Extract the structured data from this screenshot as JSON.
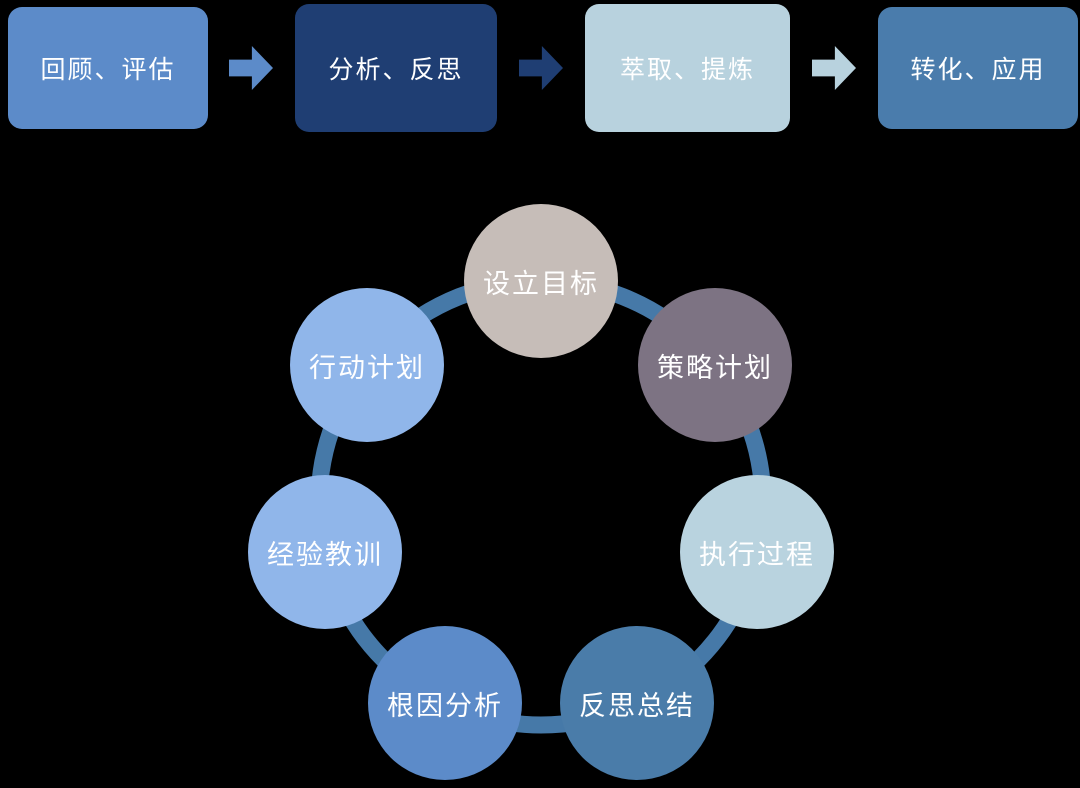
{
  "canvas": {
    "background": "#000000"
  },
  "flow": {
    "text_color": "#FFFFFF",
    "steps": [
      {
        "label": "回顾、评估",
        "color": "#5C8BC9"
      },
      {
        "label": "分析、反思",
        "color": "#1F3E73"
      },
      {
        "label": "萃取、提炼",
        "color": "#B8D2DE"
      },
      {
        "label": "转化、应用",
        "color": "#4A7CAC"
      }
    ],
    "arrows": [
      {
        "color": "#5C8BC9"
      },
      {
        "color": "#1F3E73"
      },
      {
        "color": "#B8D2DE"
      }
    ]
  },
  "cycle": {
    "ring_color": "#4679A8",
    "text_color": "#FFFFFF",
    "nodes": [
      {
        "label": "设立目标",
        "color": "#C6BDB8"
      },
      {
        "label": "策略计划",
        "color": "#7D7383"
      },
      {
        "label": "执行过程",
        "color": "#B9D3DF"
      },
      {
        "label": "反思总结",
        "color": "#4A7CA9"
      },
      {
        "label": "根因分析",
        "color": "#5C8BC9"
      },
      {
        "label": "经验教训",
        "color": "#90B6EA"
      },
      {
        "label": "行动计划",
        "color": "#90B6EA"
      }
    ]
  }
}
